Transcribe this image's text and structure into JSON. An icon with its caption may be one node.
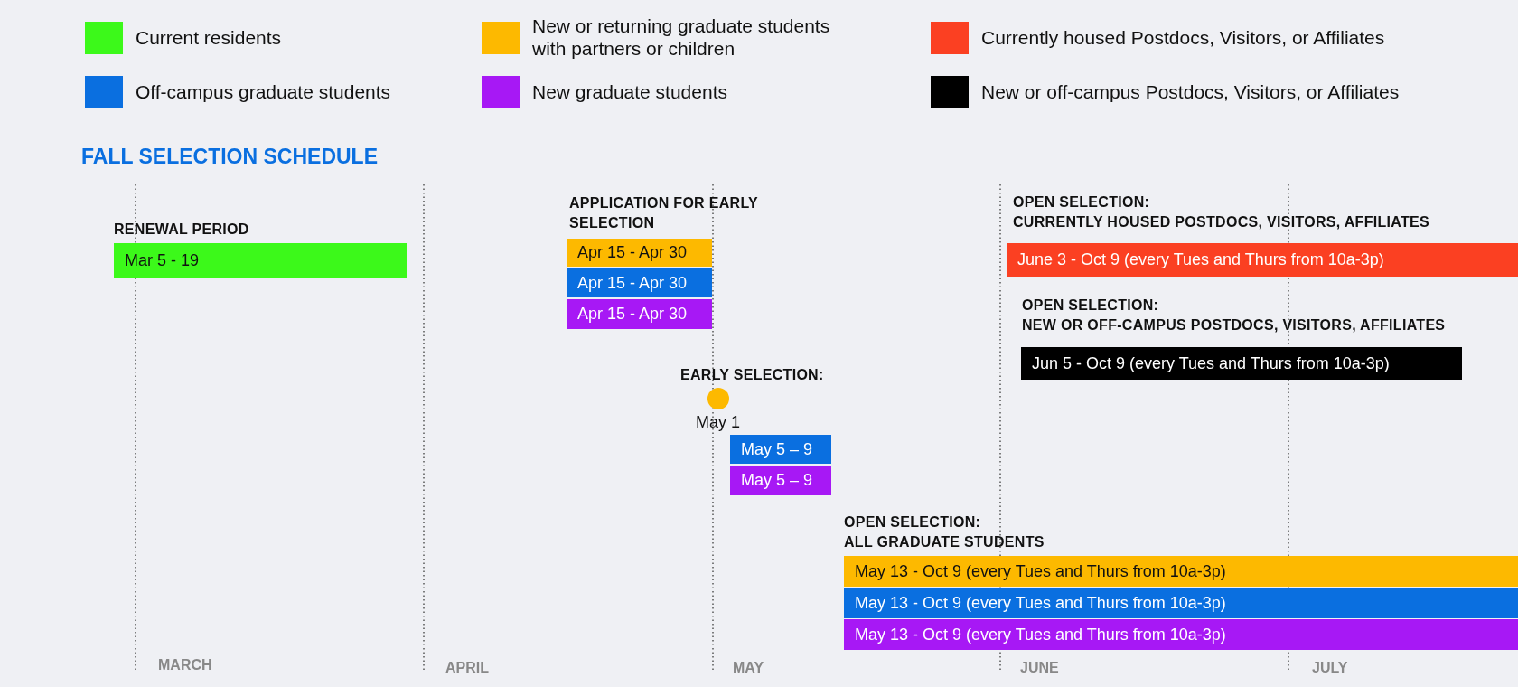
{
  "diagram": {
    "title": "FALL SELECTION SCHEDULE",
    "nodes": [
      {
        "text": [
          "Mar 5 - 19"
        ]
      },
      {
        "text": [
          "Apr 15 - Apr 30"
        ]
      },
      {
        "text": [
          "Apr 15 - Apr 30"
        ]
      },
      {
        "text": [
          "Apr 15 - Apr 30"
        ]
      },
      {
        "text": [
          "June 3 - Oct 9 (every Tues and Thurs from 10a-3p)"
        ]
      },
      {
        "text": [
          "Jun 5 - Oct 9 (every Tues and Thurs from 10a-3p)"
        ]
      },
      {
        "text": [],
        "shape": "circle",
        "beside": [
          "May 1"
        ]
      },
      {
        "text": [
          "May 5 – 9"
        ]
      },
      {
        "text": [
          "May 5 – 9"
        ]
      },
      {
        "text": [
          "May 13 - Oct 9 (every Tues and Thurs from 10a-3p)"
        ]
      },
      {
        "text": [
          "May 13 - Oct 9 (every Tues and Thurs from 10a-3p)"
        ]
      },
      {
        "text": [
          "May 13 - Oct 9 (every Tues and Thurs from 10a-3p)"
        ]
      }
    ],
    "labels": [
      "RENEWAL PERIOD",
      "APPLICATION FOR EARLY SELECTION",
      "OPEN SELECTION: CURRENTLY HOUSED POSTDOCS, VISITORS, AFFILIATES",
      "OPEN SELECTION: NEW OR OFF-CAMPUS POSTDOCS, VISITORS, AFFILIATES",
      "EARLY SELECTION:",
      "OPEN SELECTION: ALL GRADUATE STUDENTS",
      "MARCH",
      "APRIL",
      "MAY",
      "JUNE",
      "JULY"
    ],
    "legend": [
      {
        "text": "Current residents",
        "color": "#3cf91a"
      },
      {
        "text": "New or returning graduate students with partners or children",
        "color": "#fdb900"
      },
      {
        "text": "Currently housed Postdocs, Visitors, or Affiliates",
        "color": "#fb4022"
      },
      {
        "text": "Off-campus graduate students",
        "color": "#0a6fe0"
      },
      {
        "text": "New graduate students",
        "color": "#a718f5"
      },
      {
        "text": "New or off-campus Postdocs, Visitors, or Affiliates",
        "color": "#000000"
      }
    ]
  }
}
